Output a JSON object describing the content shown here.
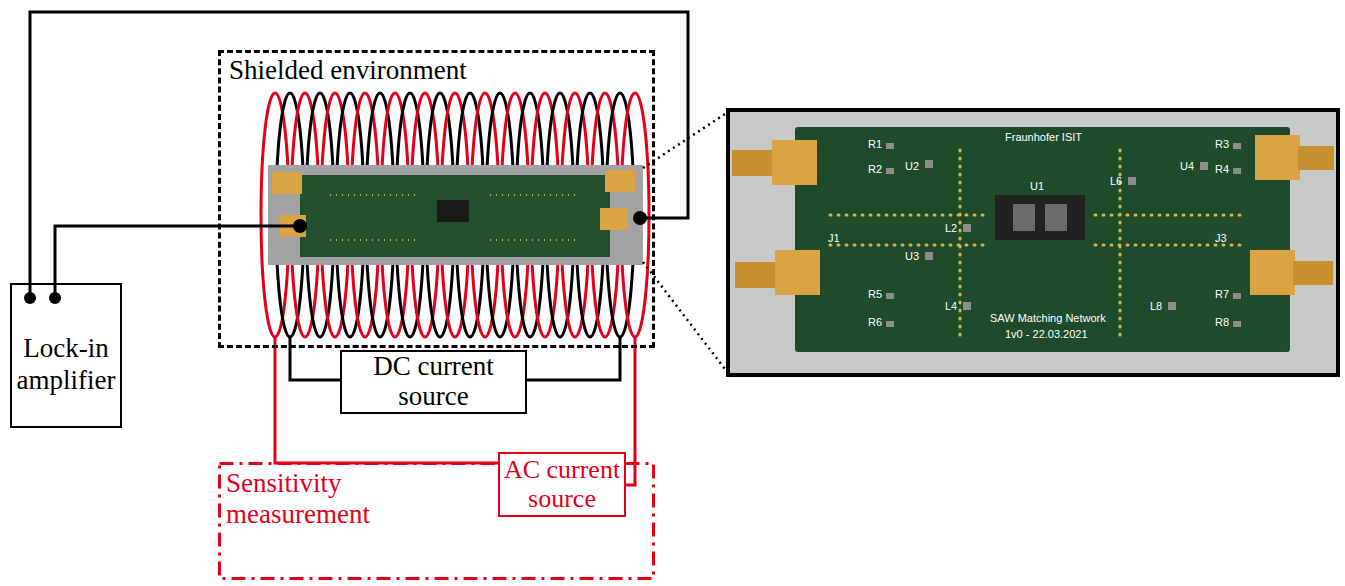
{
  "diagram": {
    "nodes": [
      {
        "text": [
          "Lock-in amplifier"
        ]
      },
      {
        "text": [
          "Shielded environment"
        ]
      },
      {
        "text": [
          "DC current source"
        ]
      },
      {
        "text": [
          "Sensitivity measurement"
        ]
      },
      {
        "text": [
          "AC current source"
        ],
        "in": 3
      }
    ],
    "labels": [
      "Fraunhofer ISIT",
      "R1",
      "R2",
      "U2",
      "J1",
      "R5",
      "R6",
      "U3",
      "L2",
      "L4",
      "U1",
      "L6",
      "L8",
      "U4",
      "R3",
      "R4",
      "J3",
      "R7",
      "R8",
      "SAW Matching Network",
      "1v0 - 22.03.2021"
    ]
  }
}
